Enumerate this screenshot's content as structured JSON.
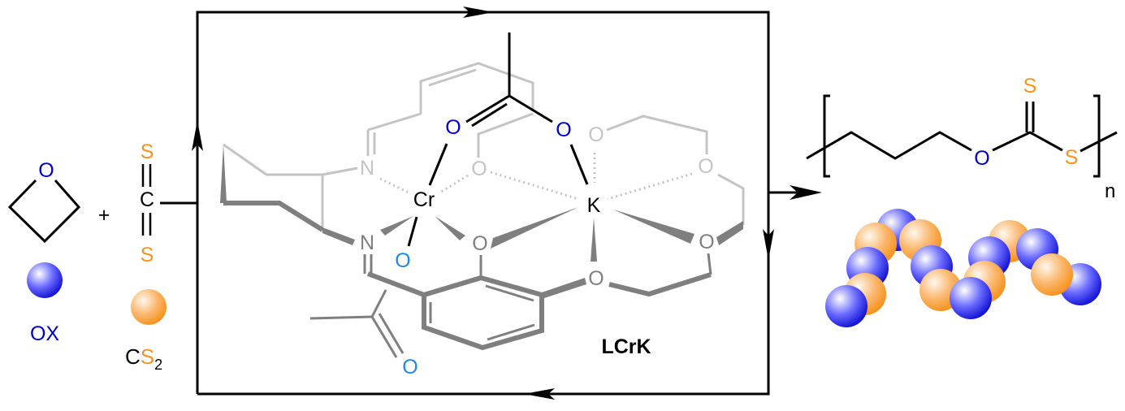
{
  "reactants": {
    "oxetane": {
      "ring_atom": "O",
      "label": "OX"
    },
    "plus": "+",
    "cs2": {
      "top_atom": "S",
      "center_atom": "C",
      "bottom_atom": "S",
      "label_c": "C",
      "label_s": "S",
      "label_sub": "2"
    }
  },
  "catalyst": {
    "name": "LCrK",
    "metal_1": "Cr",
    "metal_2": "K",
    "atoms": {
      "acetate_o_left": "O",
      "acetate_o_right": "O",
      "cr_o_lower": "O",
      "imine_n_upper": "N",
      "imine_n_lower": "N",
      "phenolate_o": "O",
      "phenolate_o_upper": "O",
      "crown_o_1": "O",
      "crown_o_2": "O",
      "crown_o_3": "O",
      "crown_o_4": "O",
      "acetyl_o": "O"
    }
  },
  "product": {
    "o_atom": "O",
    "s_single": "S",
    "s_double": "S",
    "repeat_subscript": "n"
  },
  "colors": {
    "oxygen_blue": "#0000cc",
    "oxygen_light_blue": "#1e88e5",
    "sulfur_orange": "#f7931e",
    "ball_blue": "#1515d8",
    "ball_orange": "#f7931e",
    "gray_dark": "#7f7f7f",
    "gray_light": "#c4c4c4"
  }
}
